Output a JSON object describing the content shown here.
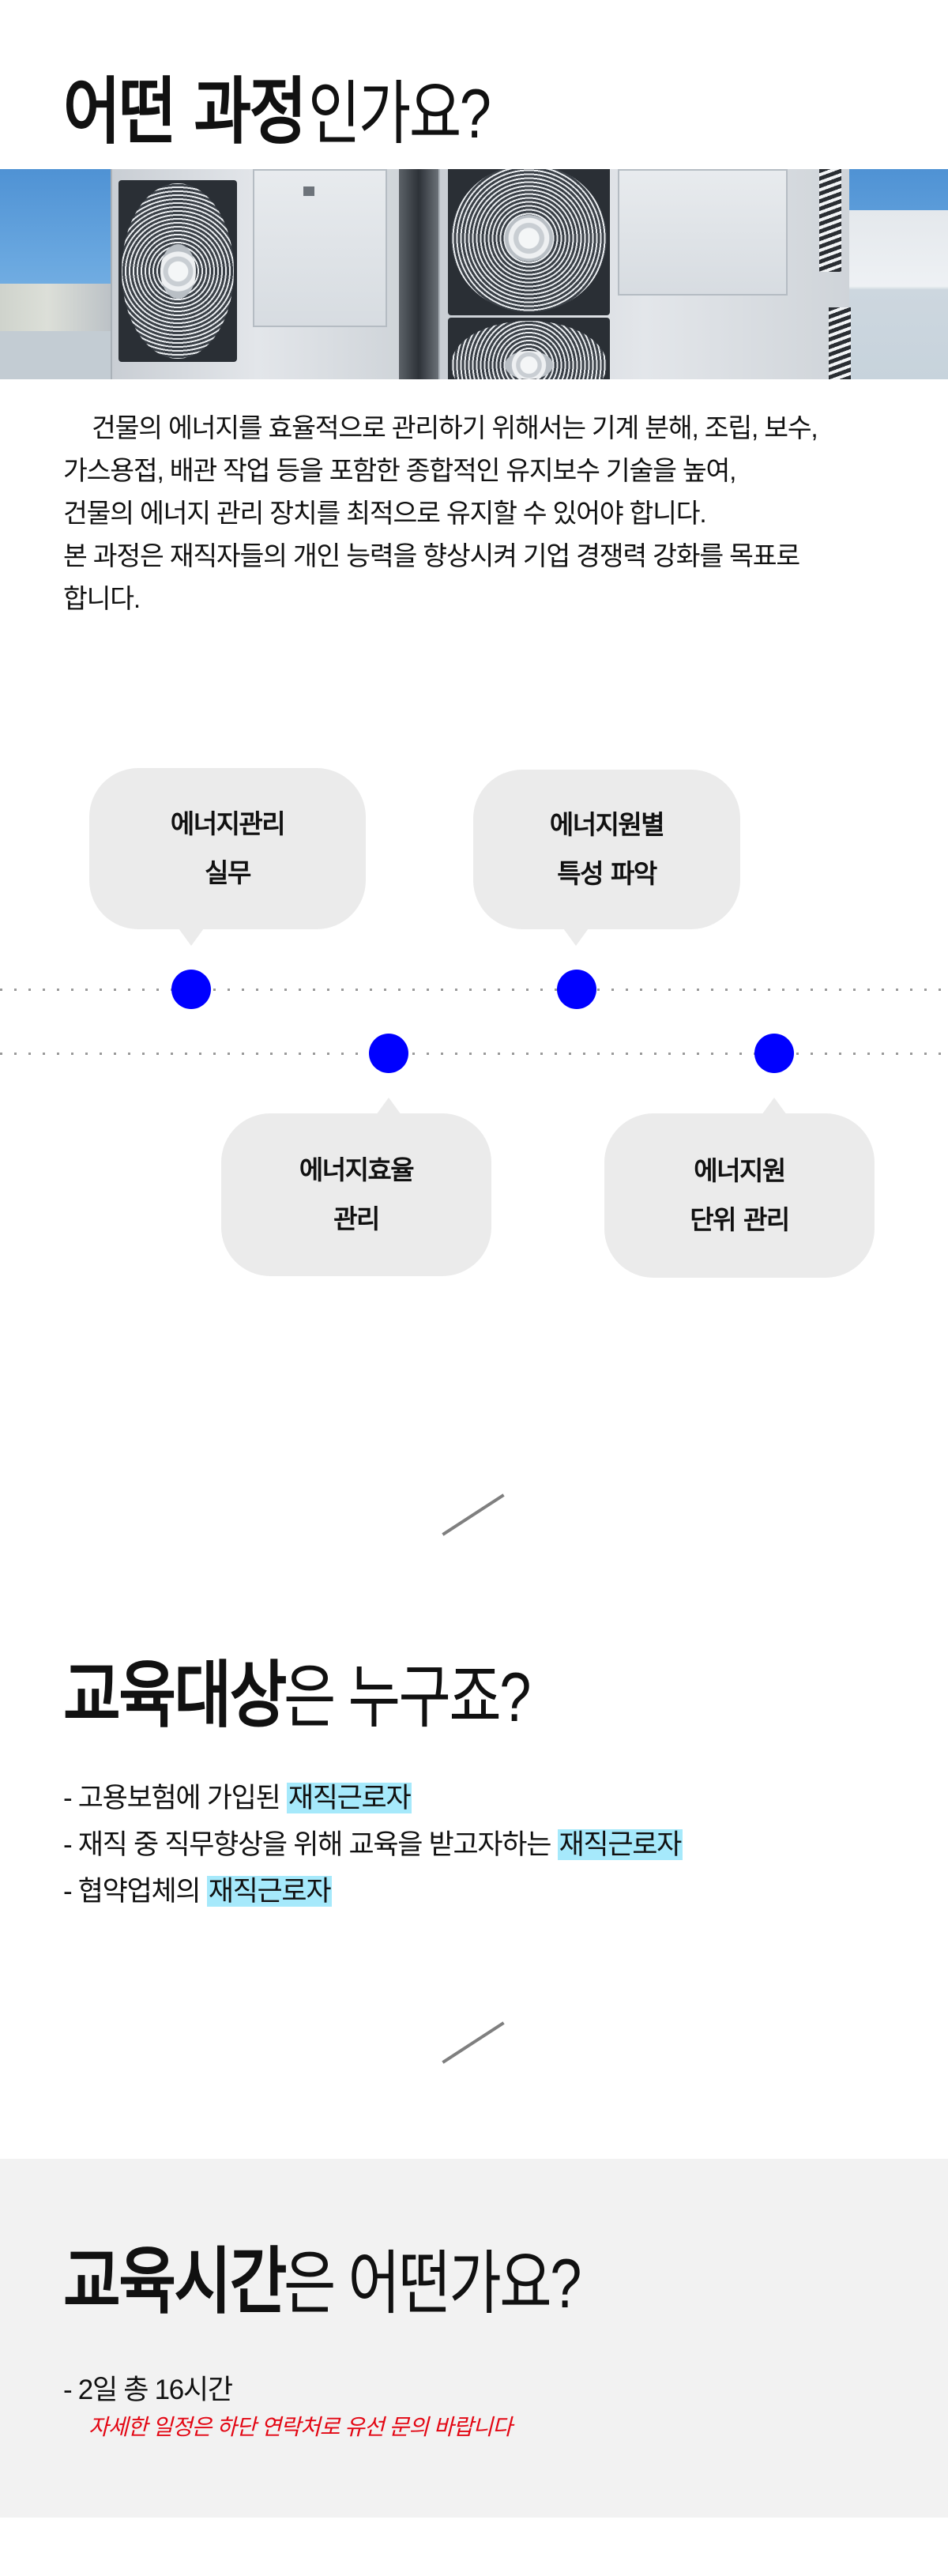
{
  "section_process": {
    "title_bold": "어떤 과정",
    "title_light": "인가요?",
    "photo_alt": "rooftop-air-conditioning-units",
    "intro_lines": [
      "건물의 에너지를 효율적으로 관리하기 위해서는 기계 분해, 조립, 보수,",
      "가스용접, 배관 작업 등을 포함한 종합적인 유지보수 기술을 높여,",
      "건물의 에너지 관리 장치를 최적으로 유지할 수 있어야 합니다.",
      "본 과정은 재직자들의 개인 능력을 향상시켜 기업 경쟁력 강화를 목표로",
      "합니다."
    ],
    "timeline": {
      "dot_color": "#0000ff",
      "bubble_color": "#ebebeb",
      "items": [
        {
          "line1": "에너지관리",
          "line2": "실무"
        },
        {
          "line1": "에너지효율",
          "line2": "관리"
        },
        {
          "line1": "에너지원별",
          "line2": "특성 파악"
        },
        {
          "line1": "에너지원",
          "line2": "단위 관리"
        }
      ]
    }
  },
  "section_target": {
    "title_bold": "교육대상",
    "title_light": "은 누구죠?",
    "highlight_color": "#a6e9fb",
    "items": [
      {
        "prefix": "- 고용보험에 가입된 ",
        "highlight": "재직근로자"
      },
      {
        "prefix": "- 재직 중 직무향상을 위해 교육을 받고자하는 ",
        "highlight": "재직근로자"
      },
      {
        "prefix": "- 협약업체의 ",
        "highlight": "재직근로자"
      }
    ]
  },
  "section_time": {
    "title_bold": "교육시간",
    "title_light": "은 어떤가요?",
    "duration": "- 2일 총 16시간",
    "note": "자세한 일정은 하단 연락처로 유선 문의 바랍니다",
    "note_color": "#e30613"
  }
}
